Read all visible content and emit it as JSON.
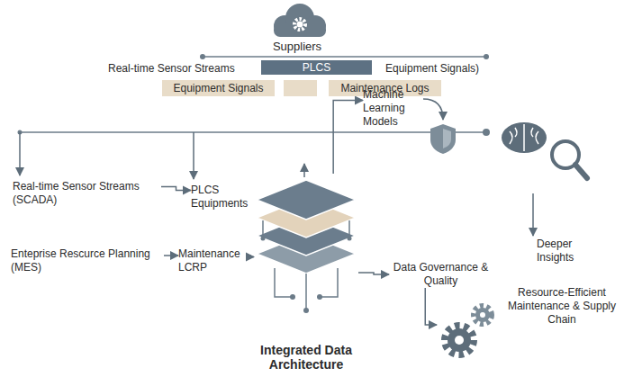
{
  "diagram": {
    "nodes": [
      {
        "text": [
          "Suppliers"
        ]
      },
      {
        "text": [
          "PLCS"
        ]
      },
      {
        "text": [
          "Equipment Signals"
        ]
      },
      {
        "text": [
          "Maintenance Logs"
        ]
      },
      {
        "text": [
          "Real-time Sensor Streams (SCADA)"
        ]
      },
      {
        "text": [
          "PLCS Equipments"
        ]
      },
      {
        "text": [
          "Enteprise Rescurce Planning (MES)"
        ]
      },
      {
        "text": [
          "Maintenance LCRP"
        ]
      },
      {
        "text": [
          "Integrated Data Architecture"
        ]
      },
      {
        "text": [
          "Machine Learning Models"
        ]
      },
      {
        "text": [
          "Data Governance & Quality"
        ]
      },
      {
        "text": [
          "Deeper Insights"
        ]
      },
      {
        "text": [
          "Resource-Efficient Maintenance & Supply Chain"
        ]
      }
    ],
    "edges": [
      {
        "from": 4,
        "to": 5,
        "arrow": "to"
      },
      {
        "from": 6,
        "to": 7,
        "arrow": "to"
      },
      {
        "from": 7,
        "to": 8,
        "arrow": "to"
      },
      {
        "from": 8,
        "to": 9,
        "arrow": "to"
      },
      {
        "from": 8,
        "to": 10,
        "arrow": "to"
      },
      {
        "from": 10,
        "to": 12,
        "arrow": "to"
      }
    ],
    "labels": [
      "Real-time Sensor Streams",
      "Equipment Signals)"
    ]
  }
}
